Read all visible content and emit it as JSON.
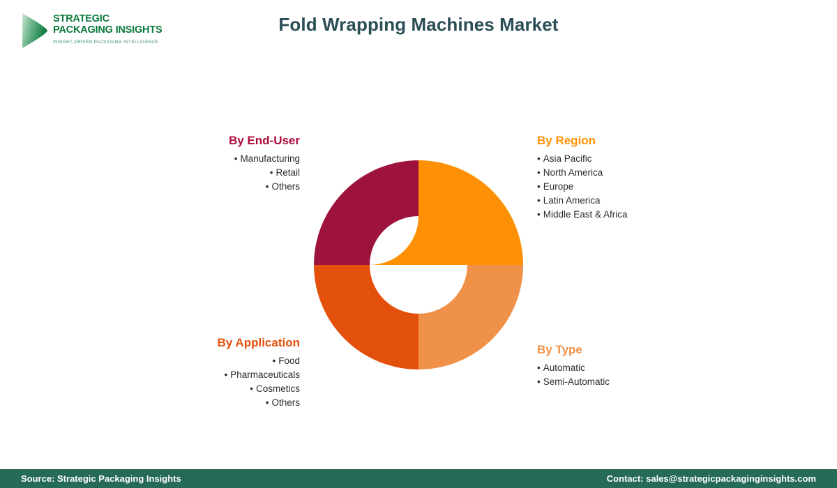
{
  "header": {
    "title": "Fold Wrapping Machines Market",
    "title_color": "#2b4d55"
  },
  "logo": {
    "mark_icon": "green-chevron-icon",
    "line1": "STRATEGIC",
    "line2": "PACKAGING INSIGHTS",
    "tagline": "INSIGHT-DRIVEN PACKAGING INTELLIGENCE",
    "color": "#0a7a3c"
  },
  "segments": {
    "end_user": {
      "title": "By End-User",
      "color": "#ad0e3d",
      "items": [
        "Manufacturing",
        "Retail",
        "Others"
      ]
    },
    "region": {
      "title": "By Region",
      "color": "#fd9005",
      "items": [
        "Asia Pacific",
        "North America",
        "Europe",
        "Latin America",
        "Middle East & Africa"
      ]
    },
    "application": {
      "title": "By Application",
      "color": "#e3500c",
      "items": [
        "Food",
        "Pharmaceuticals",
        "Cosmetics",
        "Others"
      ]
    },
    "type": {
      "title": "By Type",
      "color": "#ef9148",
      "items": [
        "Automatic",
        "Semi-Automatic"
      ]
    }
  },
  "footer": {
    "source": "Source: Strategic Packaging Insights",
    "contact": "Contact: sales@strategicpackaginginsights.com",
    "background": "#256b58"
  },
  "chart_data": {
    "type": "pie",
    "variant": "donut",
    "title": "Fold Wrapping Machines Market",
    "labels": [
      "By Region",
      "By Type",
      "By Application",
      "By End-User"
    ],
    "values": [
      25,
      25,
      25,
      25
    ],
    "colors": [
      "#fd9005",
      "#ef9148",
      "#e3500c",
      "#9d133c"
    ],
    "start_angle": 0,
    "inner_radius_ratio": 0.533,
    "outer_radius_px": 150,
    "inner_radius_px": 80,
    "center": [
      600,
      380
    ],
    "legend": "none",
    "grid": false,
    "data_labels": false
  }
}
